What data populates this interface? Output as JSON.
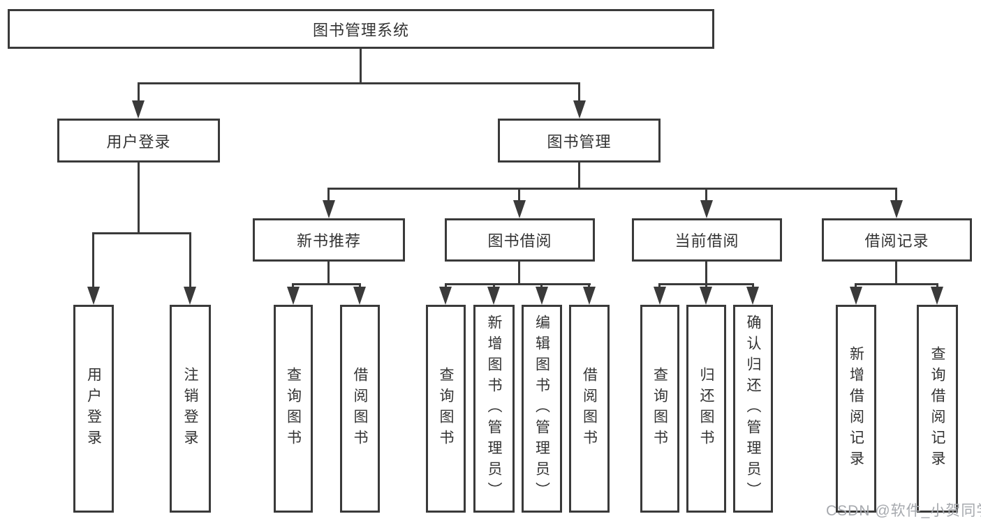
{
  "diagram": {
    "root": {
      "label": "图书管理系统"
    },
    "branches": [
      {
        "label": "用户登录",
        "children": [
          {
            "label": "用户登录"
          },
          {
            "label": "注销登录"
          }
        ]
      },
      {
        "label": "图书管理",
        "children": [
          {
            "label": "新书推荐",
            "children": [
              {
                "label": "查询图书"
              },
              {
                "label": "借阅图书"
              }
            ]
          },
          {
            "label": "图书借阅",
            "children": [
              {
                "label": "查询图书"
              },
              {
                "label": "新增图书（管理员）"
              },
              {
                "label": "编辑图书（管理员）"
              },
              {
                "label": "借阅图书"
              }
            ]
          },
          {
            "label": "当前借阅",
            "children": [
              {
                "label": "查询图书"
              },
              {
                "label": "归还图书"
              },
              {
                "label": "确认归还（管理员）"
              }
            ]
          },
          {
            "label": "借阅记录",
            "children": [
              {
                "label": "新增借阅记录"
              },
              {
                "label": "查询借阅记录"
              }
            ]
          }
        ]
      }
    ]
  },
  "watermark": {
    "text": "CSDN @软件_小贺同学"
  },
  "colors": {
    "line": "#3a3a3a",
    "text": "#333333",
    "watermark": "#a6a9ae",
    "background": "#ffffff"
  }
}
